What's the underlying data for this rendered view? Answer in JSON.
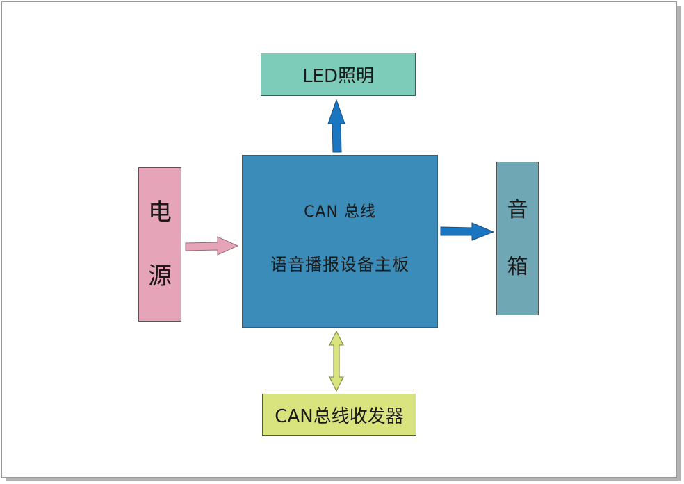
{
  "nodes": {
    "led": {
      "label": "LED照明"
    },
    "main_board": {
      "line1": "CAN 总线",
      "line2": "语音播报设备主板"
    },
    "power": {
      "char1": "电",
      "char2": "源"
    },
    "speaker": {
      "char1": "音",
      "char2": "箱"
    },
    "transceiver": {
      "label": "CAN总线收发器"
    }
  },
  "edges": [
    {
      "from": "main_board",
      "to": "led",
      "direction": "one-way"
    },
    {
      "from": "power",
      "to": "main_board",
      "direction": "one-way"
    },
    {
      "from": "main_board",
      "to": "speaker",
      "direction": "one-way"
    },
    {
      "from": "main_board",
      "to": "transceiver",
      "direction": "two-way"
    }
  ],
  "colors": {
    "led": "#7dcbb9",
    "main_board": "#3b8cb8",
    "power": "#e6a4b8",
    "speaker": "#70a7b5",
    "transceiver": "#d9e47e",
    "arrow_blue": "#1b76c2",
    "arrow_pink": "#e6a4b8",
    "arrow_yellow": "#d9e47e"
  }
}
